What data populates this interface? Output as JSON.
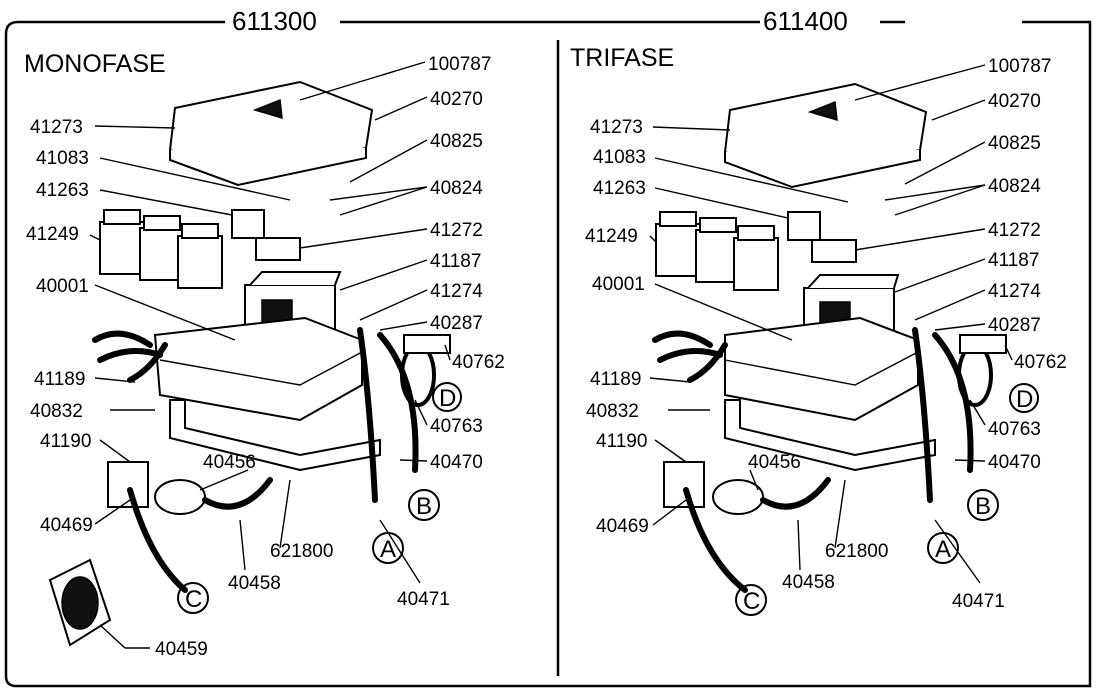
{
  "left_panel": {
    "model": "611300",
    "title": "MONOFASE",
    "parts": {
      "p100787": "100787",
      "p40270": "40270",
      "p41273": "41273",
      "p40825": "40825",
      "p41083": "41083",
      "p40824": "40824",
      "p41263": "41263",
      "p41272": "41272",
      "p41249": "41249",
      "p41187": "41187",
      "p40001": "40001",
      "p41274": "41274",
      "p40287": "40287",
      "p40762": "40762",
      "p41189": "41189",
      "p40832": "40832",
      "p40763": "40763",
      "p41190": "41190",
      "p40456": "40456",
      "p40470": "40470",
      "p40469": "40469",
      "p621800": "621800",
      "p40458": "40458",
      "p40471": "40471",
      "p40459": "40459"
    },
    "connectors": {
      "a": "A",
      "b": "B",
      "c": "C",
      "d": "D"
    }
  },
  "right_panel": {
    "model": "611400",
    "title": "TRIFASE",
    "parts": {
      "p100787": "100787",
      "p40270": "40270",
      "p41273": "41273",
      "p40825": "40825",
      "p41083": "41083",
      "p40824": "40824",
      "p41263": "41263",
      "p41272": "41272",
      "p41249": "41249",
      "p41187": "41187",
      "p40001": "40001",
      "p41274": "41274",
      "p40287": "40287",
      "p40762": "40762",
      "p41189": "41189",
      "p40832": "40832",
      "p40763": "40763",
      "p41190": "41190",
      "p40456": "40456",
      "p40470": "40470",
      "p40469": "40469",
      "p621800": "621800",
      "p40458": "40458",
      "p40471": "40471"
    },
    "connectors": {
      "a": "A",
      "b": "B",
      "c": "C",
      "d": "D"
    }
  }
}
